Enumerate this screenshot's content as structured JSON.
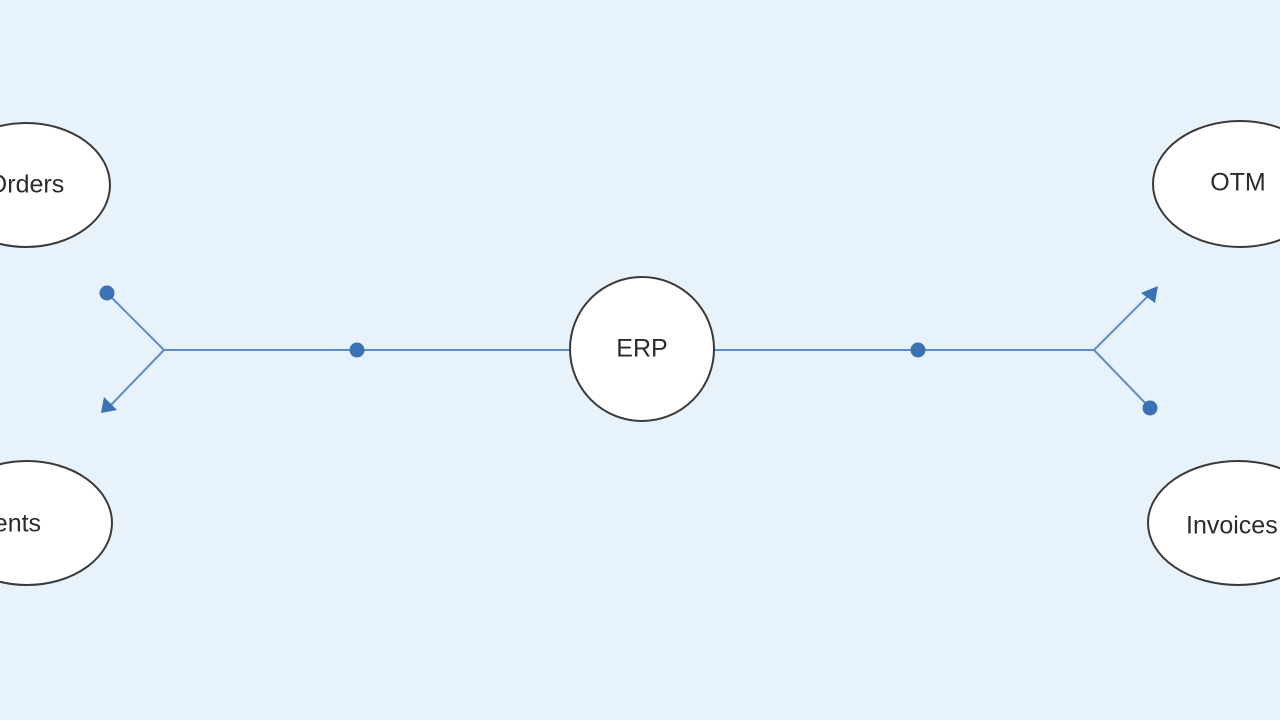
{
  "diagram": {
    "nodes": {
      "orders": "Orders",
      "shipments": "Shipments",
      "erp": "ERP",
      "otm": "OTM",
      "invoices": "Invoices"
    },
    "colors": {
      "background": "#e8f2fb",
      "connector": "#5b8ec6",
      "dot": "#3a72b4",
      "node_fill": "#ffffff",
      "node_stroke": "#3a3a3a",
      "text": "#2b2b2b"
    }
  }
}
